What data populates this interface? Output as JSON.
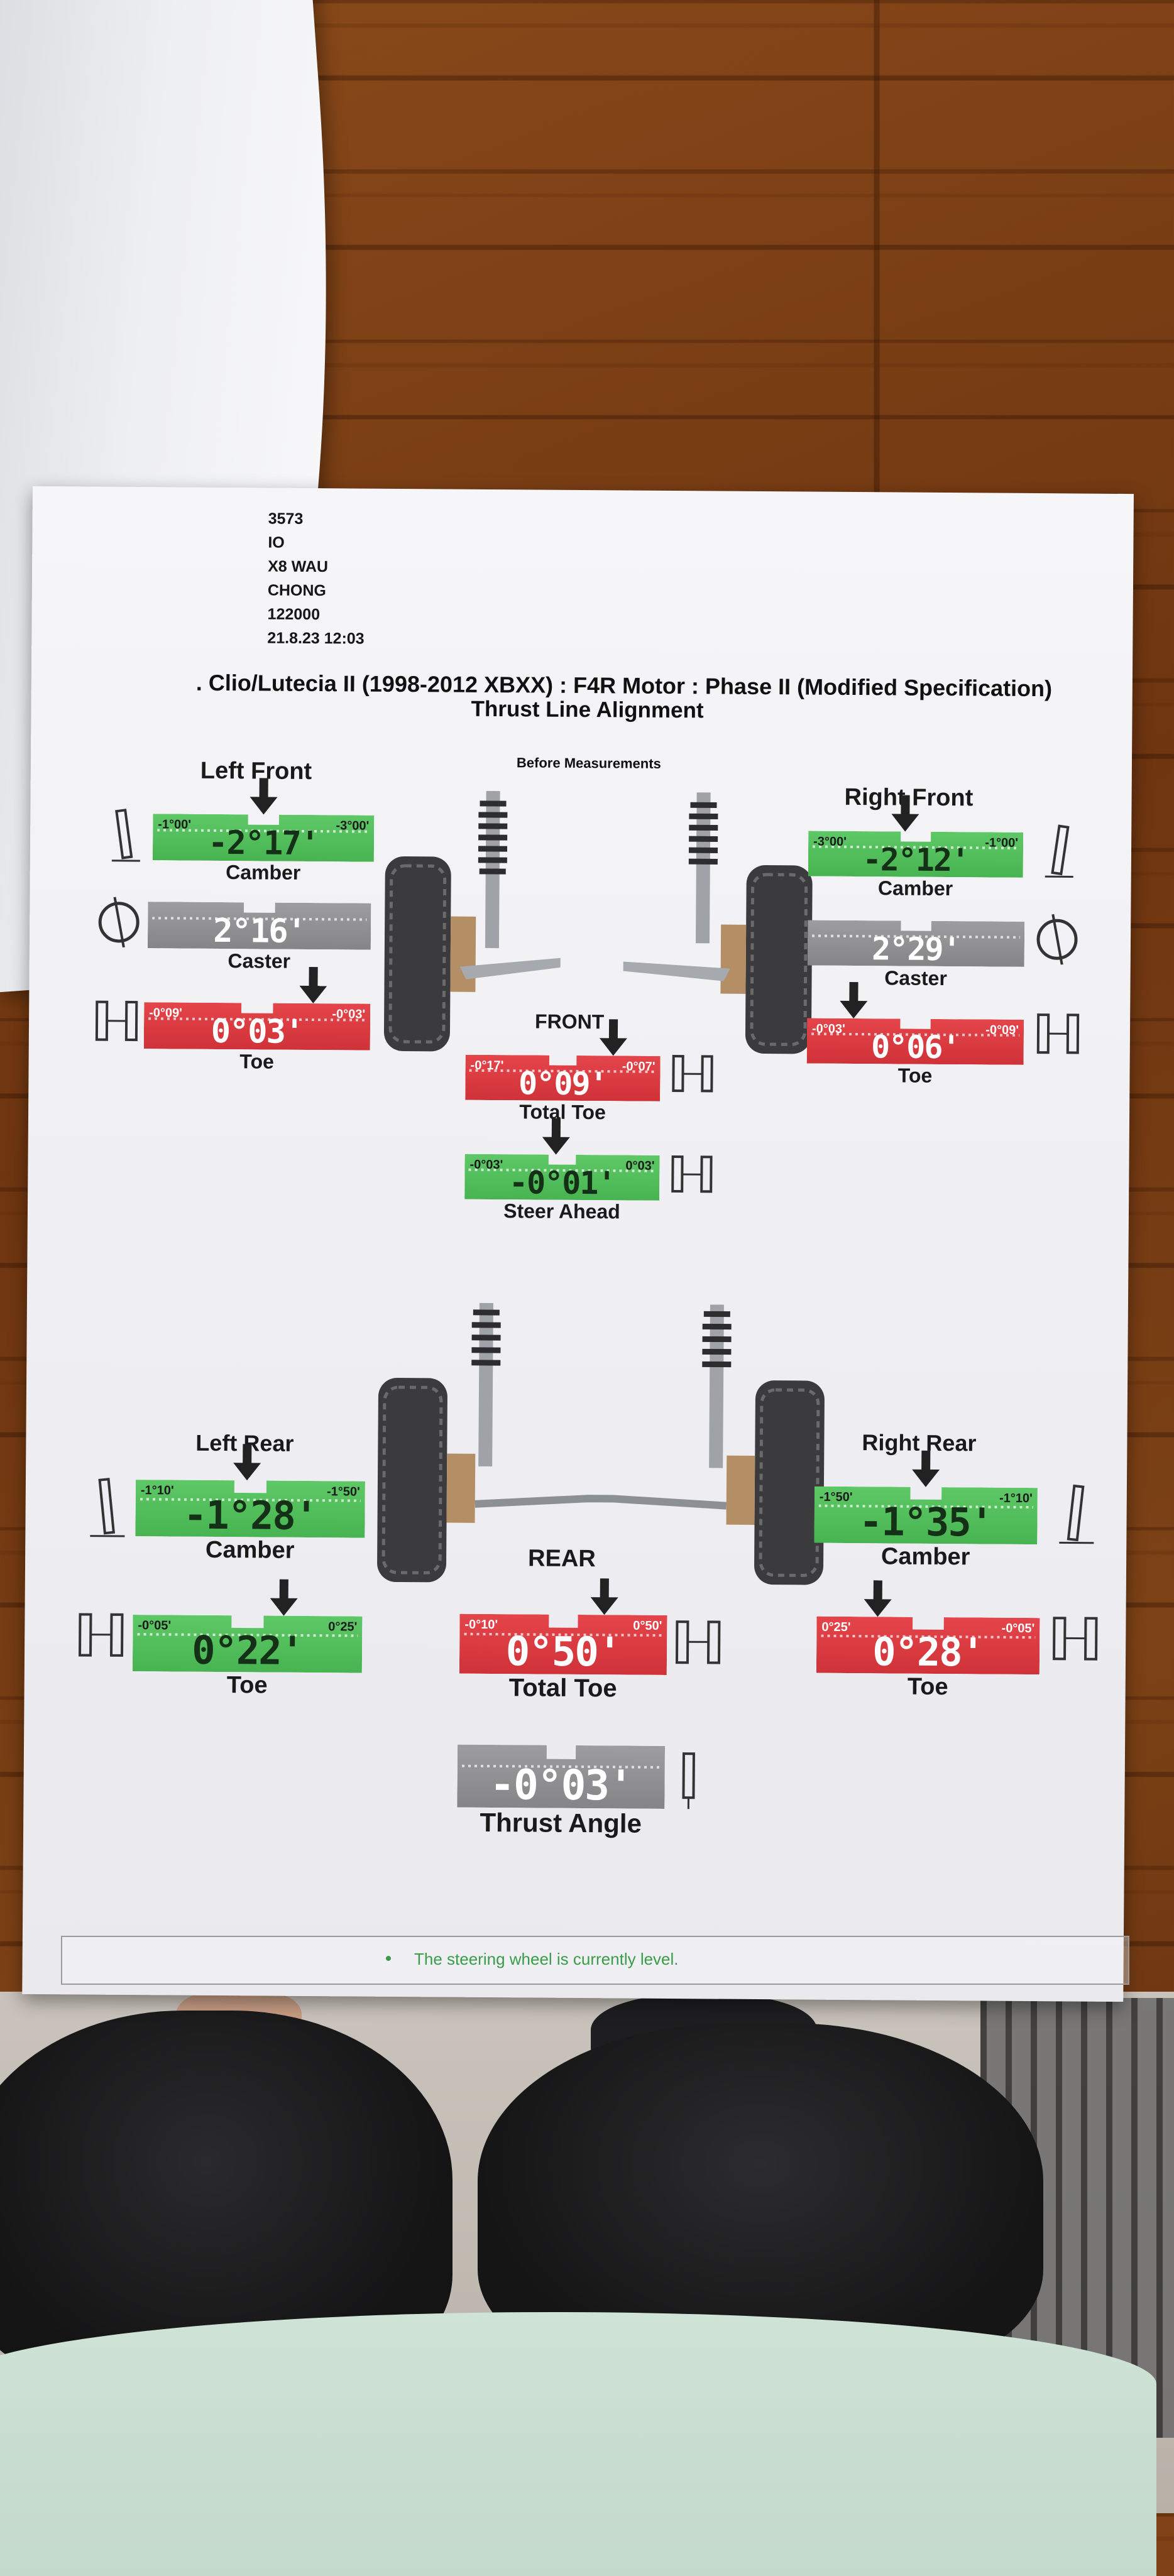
{
  "report": {
    "header_lines": [
      "3573",
      "IO",
      "X8 WAU",
      "CHONG",
      "122000",
      "21.8.23 12:03"
    ],
    "title": ". Clio/Lutecia II (1998-2012 XBXX) : F4R Motor : Phase II (Modified Specification)",
    "subtitle": "Thrust Line Alignment",
    "before_measurements": "Before Measurements",
    "front_label": "FRONT",
    "rear_label": "REAR",
    "left_front": "Left Front",
    "right_front": "Right Front",
    "left_rear": "Left Rear",
    "right_rear": "Right Rear"
  },
  "gauges": {
    "lf_camber": {
      "min": "-1°00'",
      "max": "-3°00'",
      "value": "-2°17'",
      "caption": "Camber",
      "status": "green"
    },
    "lf_caster": {
      "min": "",
      "max": "",
      "value": "2°16'",
      "caption": "Caster",
      "status": "grey"
    },
    "lf_toe": {
      "min": "-0°09'",
      "max": "-0°03'",
      "value": "0°03'",
      "caption": "Toe",
      "status": "red"
    },
    "rf_camber": {
      "min": "-3°00'",
      "max": "-1°00'",
      "value": "-2°12'",
      "caption": "Camber",
      "status": "green"
    },
    "rf_caster": {
      "min": "",
      "max": "",
      "value": "2°29'",
      "caption": "Caster",
      "status": "grey"
    },
    "rf_toe": {
      "min": "-0°03'",
      "max": "-0°09'",
      "value": "0°06'",
      "caption": "Toe",
      "status": "red"
    },
    "f_total_toe": {
      "min": "-0°17'",
      "max": "-0°07'",
      "value": "0°09'",
      "caption": "Total Toe",
      "status": "red"
    },
    "f_steer_ahead": {
      "min": "-0°03'",
      "max": "0°03'",
      "value": "-0°01'",
      "caption": "Steer Ahead",
      "status": "green"
    },
    "lr_camber": {
      "min": "-1°10'",
      "max": "-1°50'",
      "value": "-1°28'",
      "caption": "Camber",
      "status": "green"
    },
    "lr_toe": {
      "min": "-0°05'",
      "max": "0°25'",
      "value": "0°22'",
      "caption": "Toe",
      "status": "green"
    },
    "rr_camber": {
      "min": "-1°50'",
      "max": "-1°10'",
      "value": "-1°35'",
      "caption": "Camber",
      "status": "green"
    },
    "rr_toe": {
      "min": "0°25'",
      "max": "-0°05'",
      "value": "0°28'",
      "caption": "Toe",
      "status": "red"
    },
    "r_total_toe": {
      "min": "-0°10'",
      "max": "0°50'",
      "value": "0°50'",
      "caption": "Total Toe",
      "status": "red"
    },
    "thrust_angle": {
      "min": "",
      "max": "",
      "value": "-0°03'",
      "caption": "Thrust Angle",
      "status": "grey"
    }
  },
  "footer": {
    "message": "The steering wheel is currently level."
  },
  "colors": {
    "in_spec": "#4cb855",
    "out_of_spec": "#d9383e",
    "neutral": "#8d8d8f"
  }
}
